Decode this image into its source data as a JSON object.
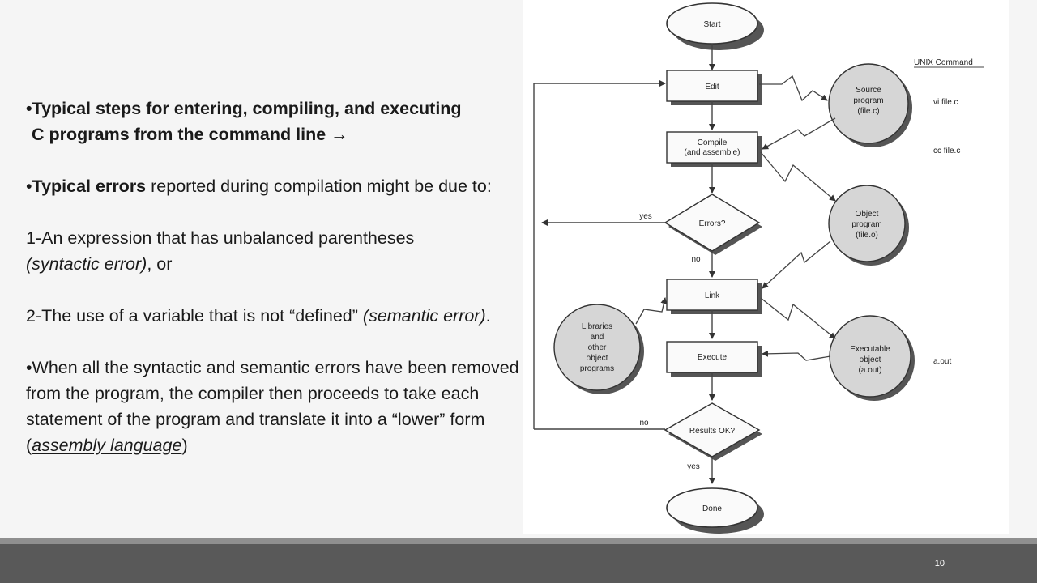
{
  "text": {
    "bullet1": {
      "bullet": "•",
      "line1": "Typical steps for entering, compiling, and executing",
      "line2": "C programs from the command line",
      "arrow": "→"
    },
    "bullet2": {
      "bullet": "•",
      "bold": "Typical errors",
      "rest": " reported during compilation might be due to:"
    },
    "item1": {
      "text": " 1-An expression that has unbalanced parentheses",
      "italic": "(syntactic error)",
      "after": ", or"
    },
    "item2": {
      "text": "2-The use of a variable that is not “defined” ",
      "italic": "(semantic error)",
      "after": "."
    },
    "bullet3": {
      "bullet": "•",
      "text": "When all the syntactic and semantic errors have been removed from the program, the compiler then proceeds to take each statement of the program and translate it into a “lower” form (",
      "underline": "assembly language",
      "after": ")"
    }
  },
  "diagram": {
    "start": "Start",
    "edit": "Edit",
    "compile_line1": "Compile",
    "compile_line2": "(and assemble)",
    "errors": "Errors?",
    "yes_errors": "yes",
    "no_errors": "no",
    "link": "Link",
    "execute": "Execute",
    "results_ok": "Results OK?",
    "no_results": "no",
    "yes_results": "yes",
    "done": "Done",
    "source_lines": [
      "Source",
      "program",
      "(file.c)"
    ],
    "object_lines": [
      "Object",
      "program",
      "(file.o)"
    ],
    "executable_lines": [
      "Executable",
      "object",
      "(a.out)"
    ],
    "libraries_lines": [
      "Libraries",
      "and",
      "other",
      "object",
      "programs"
    ],
    "unix_header": "UNIX Command",
    "cmd_vi": "vi file.c",
    "cmd_cc": "cc file.c",
    "cmd_aout": "a.out"
  },
  "footer": {
    "page_number": "10"
  }
}
